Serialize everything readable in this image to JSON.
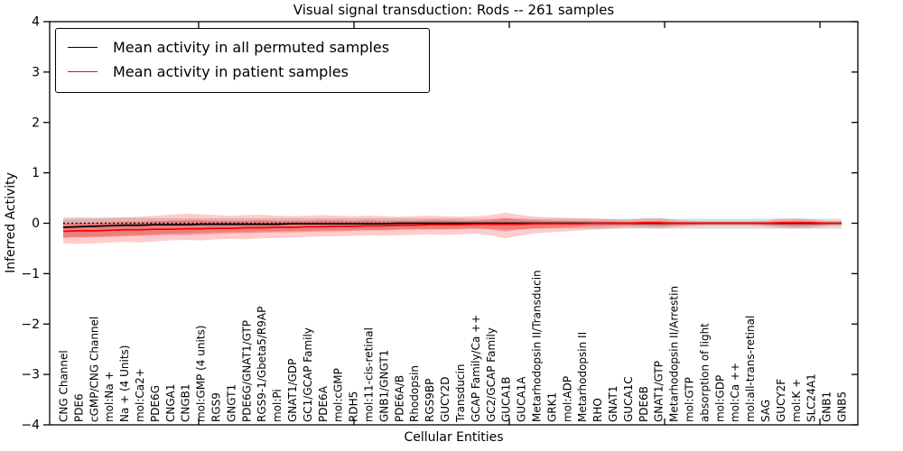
{
  "chart_data": {
    "type": "line",
    "title": "Visual signal transduction: Rods -- 261 samples",
    "xlabel": "Cellular Entities",
    "ylabel": "Inferred Activity",
    "ylim": [
      -4,
      4
    ],
    "ytick_values": [
      4,
      3,
      2,
      1,
      0,
      -1,
      -2,
      -3,
      -4
    ],
    "ytick_labels": [
      "4",
      "3",
      "2",
      "1",
      "0",
      "−1",
      "−2",
      "−3",
      "−4"
    ],
    "grid": false,
    "legend_position": "upper left",
    "zero_reference_line": {
      "value": 0,
      "style": "dotted",
      "color": "#000000"
    },
    "categories": [
      "CNG Channel",
      "PDE6",
      "cGMP/CNG Channel",
      "mol:Na +",
      "Na + (4 Units)",
      "mol:Ca2+",
      "PDE6G",
      "CNGA1",
      "CNGB1",
      "mol:GMP (4 units)",
      "RGS9",
      "GNGT1",
      "PDE6G/GNAT1/GTP",
      "RGS9-1/Gbeta5/R9AP",
      "mol:Pi",
      "GNAT1/GDP",
      "GC1/GCAP Family",
      "PDE6A",
      "mol:cGMP",
      "RDH5",
      "mol:11-cis-retinal",
      "GNB1/GNGT1",
      "PDE6A/B",
      "Rhodopsin",
      "RGS9BP",
      "GUCY2D",
      "Transducin",
      "GCAP Family/Ca ++",
      "GC2/GCAP Family",
      "GUCA1B",
      "GUCA1A",
      "Metarhodopsin II/Transducin",
      "GRK1",
      "mol:ADP",
      "Metarhodopsin II",
      "RHO",
      "GNAT1",
      "GUCA1C",
      "PDE6B",
      "GNAT1/GTP",
      "Metarhodopsin II/Arrestin",
      "mol:GTP",
      "absorption of light",
      "mol:GDP",
      "mol:Ca ++",
      "mol:all-trans-retinal",
      "SAG",
      "GUCY2F",
      "mol:K +",
      "SLC24A1",
      "GNB1",
      "GNB5"
    ],
    "series": [
      {
        "id": "permuted-mean",
        "name": "Mean activity in all permuted samples",
        "color": "#000000",
        "values": [
          -0.08,
          -0.07,
          -0.06,
          -0.05,
          -0.04,
          -0.04,
          -0.03,
          -0.03,
          -0.03,
          -0.02,
          -0.02,
          -0.02,
          -0.02,
          -0.02,
          -0.02,
          -0.01,
          -0.01,
          -0.01,
          -0.01,
          -0.01,
          -0.01,
          -0.01,
          0,
          0,
          0,
          0,
          0,
          0,
          0,
          0,
          0,
          0,
          0,
          0,
          0,
          0,
          0,
          0,
          0,
          0,
          0,
          0,
          0,
          0,
          0,
          0,
          0,
          0,
          0,
          0,
          0,
          0
        ]
      },
      {
        "id": "patient-mean",
        "name": "Mean activity in patient samples",
        "color": "#ff0000",
        "values": [
          -0.16,
          -0.15,
          -0.15,
          -0.14,
          -0.13,
          -0.13,
          -0.12,
          -0.12,
          -0.11,
          -0.11,
          -0.1,
          -0.1,
          -0.09,
          -0.09,
          -0.08,
          -0.08,
          -0.07,
          -0.07,
          -0.06,
          -0.06,
          -0.05,
          -0.05,
          -0.04,
          -0.04,
          -0.03,
          -0.03,
          -0.03,
          -0.02,
          -0.02,
          -0.02,
          -0.02,
          -0.01,
          -0.01,
          -0.01,
          -0.01,
          0,
          0,
          0,
          0.01,
          0.01,
          0,
          0,
          0,
          0,
          0,
          0,
          0,
          0.01,
          0.01,
          0.01,
          0,
          0
        ]
      }
    ],
    "bands": [
      {
        "id": "permuted-band",
        "color": "rgba(0,0,0,0.13)",
        "upper": [
          0.12,
          0.12,
          0.11,
          0.11,
          0.11,
          0.11,
          0.1,
          0.1,
          0.1,
          0.1,
          0.1,
          0.1,
          0.1,
          0.1,
          0.1,
          0.1,
          0.1,
          0.1,
          0.1,
          0.1,
          0.1,
          0.1,
          0.1,
          0.1,
          0.1,
          0.1,
          0.1,
          0.09,
          0.09,
          0.1,
          0.1,
          0.09,
          0.09,
          0.09,
          0.09,
          0.09,
          0.09,
          0.09,
          0.1,
          0.1,
          0.09,
          0.09,
          0.09,
          0.09,
          0.09,
          0.09,
          0.09,
          0.1,
          0.1,
          0.09,
          0.09,
          0.09
        ],
        "lower": [
          -0.28,
          -0.27,
          -0.26,
          -0.25,
          -0.24,
          -0.23,
          -0.22,
          -0.21,
          -0.2,
          -0.19,
          -0.18,
          -0.17,
          -0.17,
          -0.16,
          -0.16,
          -0.15,
          -0.15,
          -0.14,
          -0.14,
          -0.13,
          -0.13,
          -0.13,
          -0.12,
          -0.12,
          -0.12,
          -0.12,
          -0.12,
          -0.11,
          -0.11,
          -0.12,
          -0.12,
          -0.11,
          -0.11,
          -0.11,
          -0.11,
          -0.11,
          -0.11,
          -0.11,
          -0.11,
          -0.11,
          -0.11,
          -0.11,
          -0.11,
          -0.11,
          -0.11,
          -0.11,
          -0.11,
          -0.11,
          -0.11,
          -0.11,
          -0.11,
          -0.11
        ]
      },
      {
        "id": "patient-band-outer",
        "color": "rgba(255,0,0,0.20)",
        "upper": [
          0.08,
          0.09,
          0.1,
          0.11,
          0.12,
          0.13,
          0.15,
          0.17,
          0.19,
          0.18,
          0.16,
          0.15,
          0.16,
          0.17,
          0.15,
          0.14,
          0.15,
          0.16,
          0.15,
          0.14,
          0.15,
          0.14,
          0.13,
          0.14,
          0.15,
          0.14,
          0.13,
          0.14,
          0.16,
          0.21,
          0.16,
          0.13,
          0.12,
          0.11,
          0.1,
          0.09,
          0.08,
          0.07,
          0.09,
          0.1,
          0.07,
          0.05,
          0.04,
          0.04,
          0.04,
          0.04,
          0.05,
          0.08,
          0.09,
          0.08,
          0.05,
          0.04
        ],
        "lower": [
          -0.4,
          -0.41,
          -0.4,
          -0.38,
          -0.37,
          -0.38,
          -0.36,
          -0.34,
          -0.33,
          -0.34,
          -0.32,
          -0.31,
          -0.32,
          -0.3,
          -0.29,
          -0.28,
          -0.27,
          -0.26,
          -0.26,
          -0.25,
          -0.24,
          -0.25,
          -0.24,
          -0.23,
          -0.22,
          -0.23,
          -0.22,
          -0.21,
          -0.24,
          -0.3,
          -0.24,
          -0.2,
          -0.18,
          -0.16,
          -0.14,
          -0.12,
          -0.1,
          -0.08,
          -0.09,
          -0.1,
          -0.08,
          -0.06,
          -0.05,
          -0.05,
          -0.05,
          -0.05,
          -0.06,
          -0.09,
          -0.1,
          -0.09,
          -0.06,
          -0.05
        ]
      },
      {
        "id": "patient-band-inner",
        "color": "rgba(255,0,0,0.28)",
        "upper": [
          0.0,
          0.01,
          0.01,
          0.02,
          0.03,
          0.03,
          0.04,
          0.05,
          0.06,
          0.06,
          0.05,
          0.05,
          0.05,
          0.06,
          0.05,
          0.05,
          0.05,
          0.06,
          0.06,
          0.05,
          0.06,
          0.05,
          0.05,
          0.05,
          0.06,
          0.06,
          0.05,
          0.05,
          0.07,
          0.1,
          0.07,
          0.06,
          0.05,
          0.05,
          0.04,
          0.04,
          0.04,
          0.03,
          0.04,
          0.05,
          0.03,
          0.02,
          0.02,
          0.02,
          0.02,
          0.02,
          0.02,
          0.04,
          0.05,
          0.04,
          0.02,
          0.02
        ],
        "lower": [
          -0.29,
          -0.28,
          -0.28,
          -0.27,
          -0.26,
          -0.25,
          -0.24,
          -0.23,
          -0.23,
          -0.22,
          -0.21,
          -0.2,
          -0.2,
          -0.19,
          -0.18,
          -0.18,
          -0.17,
          -0.16,
          -0.16,
          -0.15,
          -0.14,
          -0.14,
          -0.13,
          -0.12,
          -0.12,
          -0.12,
          -0.11,
          -0.1,
          -0.12,
          -0.16,
          -0.12,
          -0.1,
          -0.09,
          -0.08,
          -0.07,
          -0.06,
          -0.05,
          -0.04,
          -0.05,
          -0.06,
          -0.04,
          -0.03,
          -0.02,
          -0.02,
          -0.02,
          -0.02,
          -0.03,
          -0.05,
          -0.06,
          -0.05,
          -0.03,
          -0.02
        ]
      }
    ]
  }
}
